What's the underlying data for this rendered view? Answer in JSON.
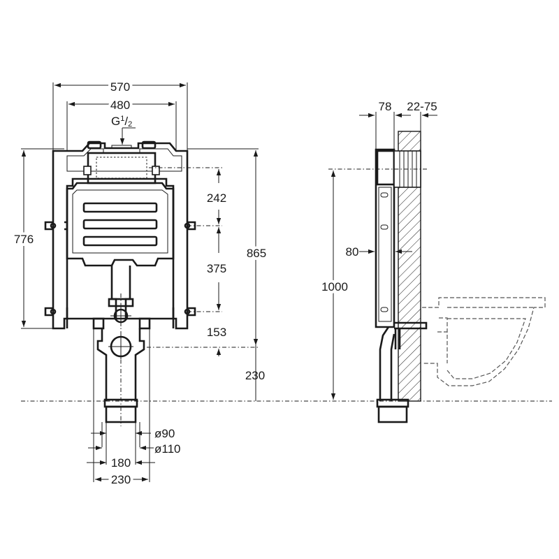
{
  "front_view": {
    "width_outer": "570",
    "width_inner": "480",
    "inlet_thread": "G",
    "inlet_fraction_num": "1",
    "inlet_fraction_den": "2",
    "height_frame": "776",
    "height_total": "865",
    "dim_242": "242",
    "dim_375": "375",
    "dim_153": "153",
    "dim_230_vertical": "230",
    "pipe_d90": "ø90",
    "pipe_d110": "ø110",
    "dim_180": "180",
    "dim_230_horizontal": "230"
  },
  "side_view": {
    "depth_frame": "78",
    "wall_gap": "22-75",
    "depth_80": "80",
    "height_1000": "1000"
  }
}
